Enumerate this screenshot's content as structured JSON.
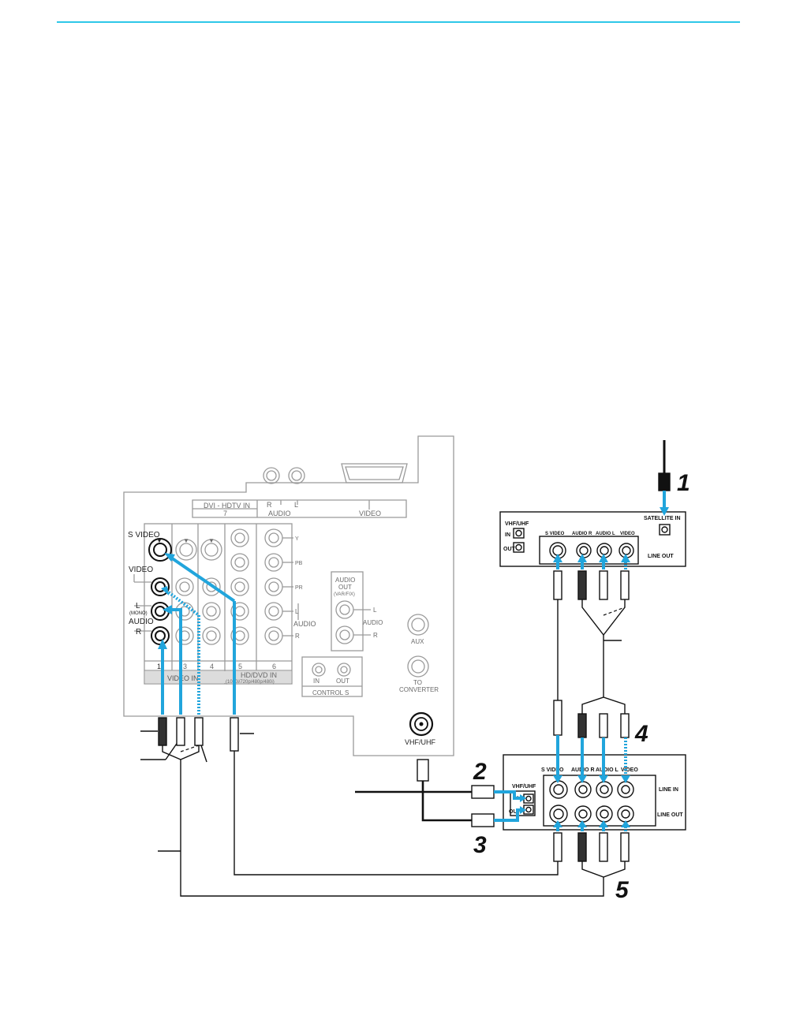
{
  "colors": {
    "rule": "#2ec8e8",
    "cable_blue": "#21a5dc",
    "panel_line": "#9a9a9a",
    "ink": "#111111",
    "band": "#dcdcdc"
  },
  "tv_panel": {
    "dvi_header": "DVI - HDTV  IN",
    "dvi_number": "7",
    "audio_r": "R",
    "audio_l": "L",
    "audio_label": "AUDIO",
    "video_label": "VIDEO",
    "svideo_label": "S VIDEO",
    "video_in_label": "VIDEO",
    "l_label": "L",
    "mono_label": "(MONO)",
    "audio_side_label": "AUDIO",
    "r_label": "R",
    "comp_y": "Y",
    "comp_pb": "PB",
    "comp_pr": "PR",
    "comp_l": "L",
    "comp_audio": "AUDIO",
    "comp_r": "R",
    "input_1": "1",
    "input_3": "3",
    "input_4": "4",
    "input_5": "5",
    "input_6": "6",
    "video_in_band": "VIDEO IN",
    "hd_dvd_in": "HD/DVD IN",
    "hd_dvd_formats": "(1080i/720p/480p/480i)",
    "audio_out": "AUDIO",
    "audio_out_2": "OUT",
    "var_fix": "(VAR/FIX)",
    "audio_out_l": "L",
    "audio_out_audio": "AUDIO",
    "audio_out_r": "R",
    "control_in": "IN",
    "control_out": "OUT",
    "control_s": "CONTROL S",
    "aux": "AUX",
    "to": "TO",
    "converter": "CONVERTER",
    "vhf_uhf": "VHF/UHF"
  },
  "receiver": {
    "vhf_uhf": "VHF/UHF",
    "in": "IN",
    "out": "OUT",
    "s_video": "S VIDEO",
    "audio_r": "AUDIO R",
    "audio_l": "AUDIO L",
    "video": "VIDEO",
    "satellite_in": "SATELLITE IN",
    "line_out": "LINE OUT"
  },
  "vcr": {
    "s_video": "S VIDEO",
    "audio_r": "AUDIO R",
    "audio_l": "AUDIO L",
    "video": "VIDEO",
    "vhf_uhf": "VHF/UHF",
    "in": "IN",
    "out": "OUT",
    "line_in": "LINE IN",
    "line_out": "LINE OUT"
  },
  "steps": {
    "s1": "1",
    "s2": "2",
    "s3": "3",
    "s4": "4",
    "s5": "5"
  }
}
